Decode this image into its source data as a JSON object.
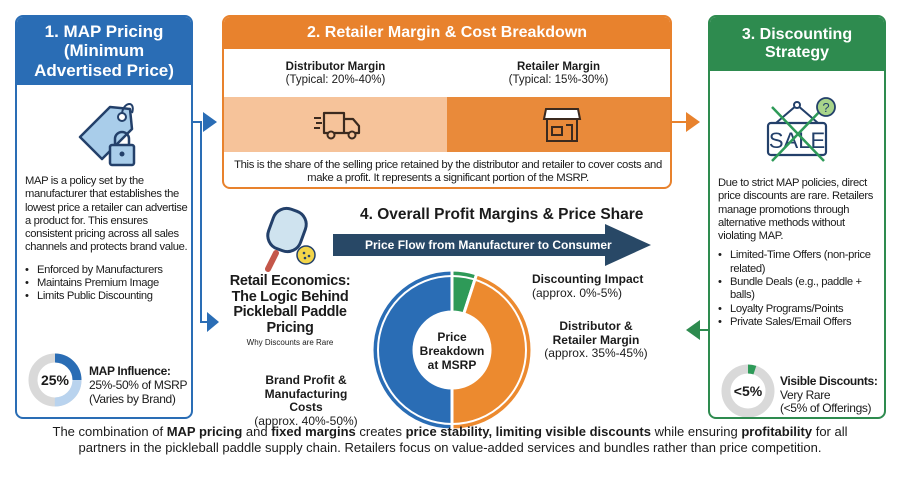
{
  "map_panel": {
    "title": "1. MAP Pricing (Minimum Advertised Price)",
    "description": "MAP is a policy set by the manufacturer that establishes the lowest price a retailer can advertise a product for. This ensures consistent pricing across all sales channels and protects brand value.",
    "bullets": [
      "Enforced by Manufacturers",
      "Maintains Premium Image",
      "Limits Public Discounting"
    ],
    "gauge_value": "25%",
    "gauge_fraction": 0.25,
    "influence_label": "MAP Influence:",
    "influence_range": "25%-50% of MSRP",
    "influence_note": "(Varies by Brand)",
    "icon": "locked-price-tag-icon",
    "color": "#2a6db5"
  },
  "margin_panel": {
    "title": "2. Retailer Margin & Cost Breakdown",
    "distributor_label": "Distributor Margin",
    "distributor_range": "(Typical: 20%-40%)",
    "retailer_label": "Retailer Margin",
    "retailer_range": "(Typical: 15%-30%)",
    "description": "This is the share of the selling price retained by the distributor and retailer to cover costs and make a profit. It represents a significant portion of the MSRP.",
    "color": "#e8822d"
  },
  "discount_panel": {
    "title": "3. Discounting Strategy",
    "description": "Due to strict MAP policies, direct price discounts are rare. Retailers manage promotions through alternative methods without violating MAP.",
    "bullets": [
      "Limited-Time Offers (non-price related)",
      "Bundle Deals (e.g., paddle + balls)",
      "Loyalty Programs/Points",
      "Private Sales/Email Offers"
    ],
    "gauge_value": "<5%",
    "gauge_fraction": 0.05,
    "visible_label": "Visible Discounts:",
    "visible_value": "Very Rare",
    "visible_note": "(<5% of Offerings)",
    "icon": "crossed-sale-sign-icon",
    "color": "#2e8b4f"
  },
  "overall": {
    "title": "4. Overall Profit Margins & Price Share",
    "arrow_label": "Price Flow from Manufacturer to Consumer",
    "subtitle": "Retail Economics: The Logic Behind Pickleball Paddle Pricing",
    "subnote": "Why Discounts are Rare",
    "center_label": "Price Breakdown at MSRP",
    "segments": [
      {
        "name": "Discounting Impact",
        "range": "(approx. 0%-5%)",
        "share": 5,
        "color": "#2e9a58"
      },
      {
        "name": "Distributor & Retailer Margin",
        "range": "(approx. 35%-45%)",
        "share": 45,
        "color": "#ec8a2f"
      },
      {
        "name": "Brand Profit & Manufacturing Costs",
        "range": "(approx. 40%-50%)",
        "share": 50,
        "color": "#2a6db5"
      }
    ]
  },
  "footer": {
    "p1": "The combination of ",
    "b1": "MAP pricing",
    "p2": " and ",
    "b2": "fixed margins",
    "p3": " creates ",
    "b3": "price stability, limiting visible discounts",
    "p4": " while ensuring ",
    "b4": "profitability",
    "p5": " for all partners in the pickleball paddle supply chain. Retailers focus on value-added services and bundles rather than price competition."
  }
}
